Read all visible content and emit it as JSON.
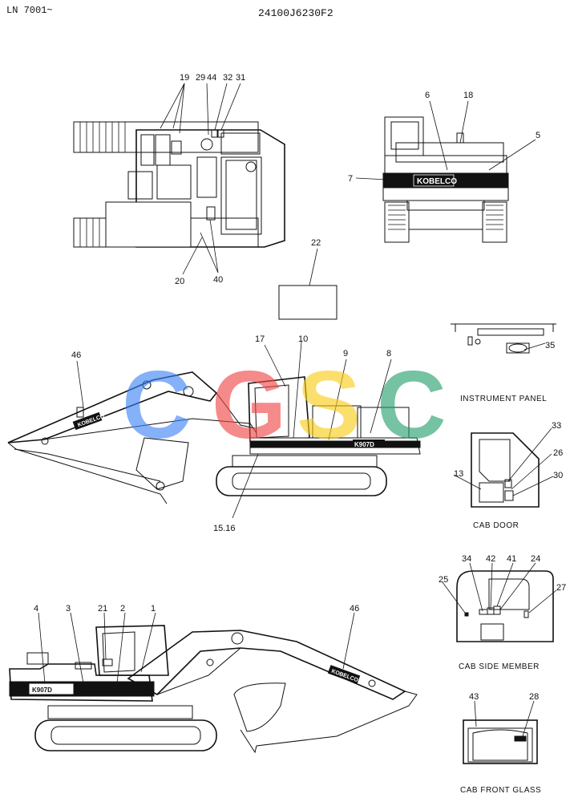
{
  "header": {
    "serial": "LN 7001~",
    "part_number": "24100J6230F2"
  },
  "watermark": {
    "letters": [
      "C",
      "G",
      "S",
      "C"
    ],
    "colors": [
      "#3b82f6",
      "#ef4444",
      "#facc15",
      "#22a06b"
    ]
  },
  "brand": {
    "logo": "KOBELCO",
    "model": "K907D"
  },
  "captions": {
    "instrument_panel": "INSTRUMENT PANEL",
    "cab_door": "CAB DOOR",
    "cab_side_member": "CAB SIDE MEMBER",
    "cab_front_glass": "CAB FRONT GLASS"
  },
  "callouts": {
    "top_view": [
      "19",
      "29",
      "44",
      "32",
      "31",
      "20",
      "40"
    ],
    "rear_view": [
      "6",
      "18",
      "5",
      "7"
    ],
    "plate": [
      "22"
    ],
    "side_view_left": [
      "46",
      "17",
      "10",
      "9",
      "8",
      "15.16"
    ],
    "instrument_panel": [
      "35"
    ],
    "cab_door": [
      "33",
      "26",
      "13",
      "30"
    ],
    "cab_side_member": [
      "34",
      "42",
      "41",
      "24",
      "25",
      "27"
    ],
    "side_view_right": [
      "4",
      "3",
      "21",
      "2",
      "1",
      "46"
    ],
    "cab_front_glass": [
      "43",
      "28"
    ]
  }
}
